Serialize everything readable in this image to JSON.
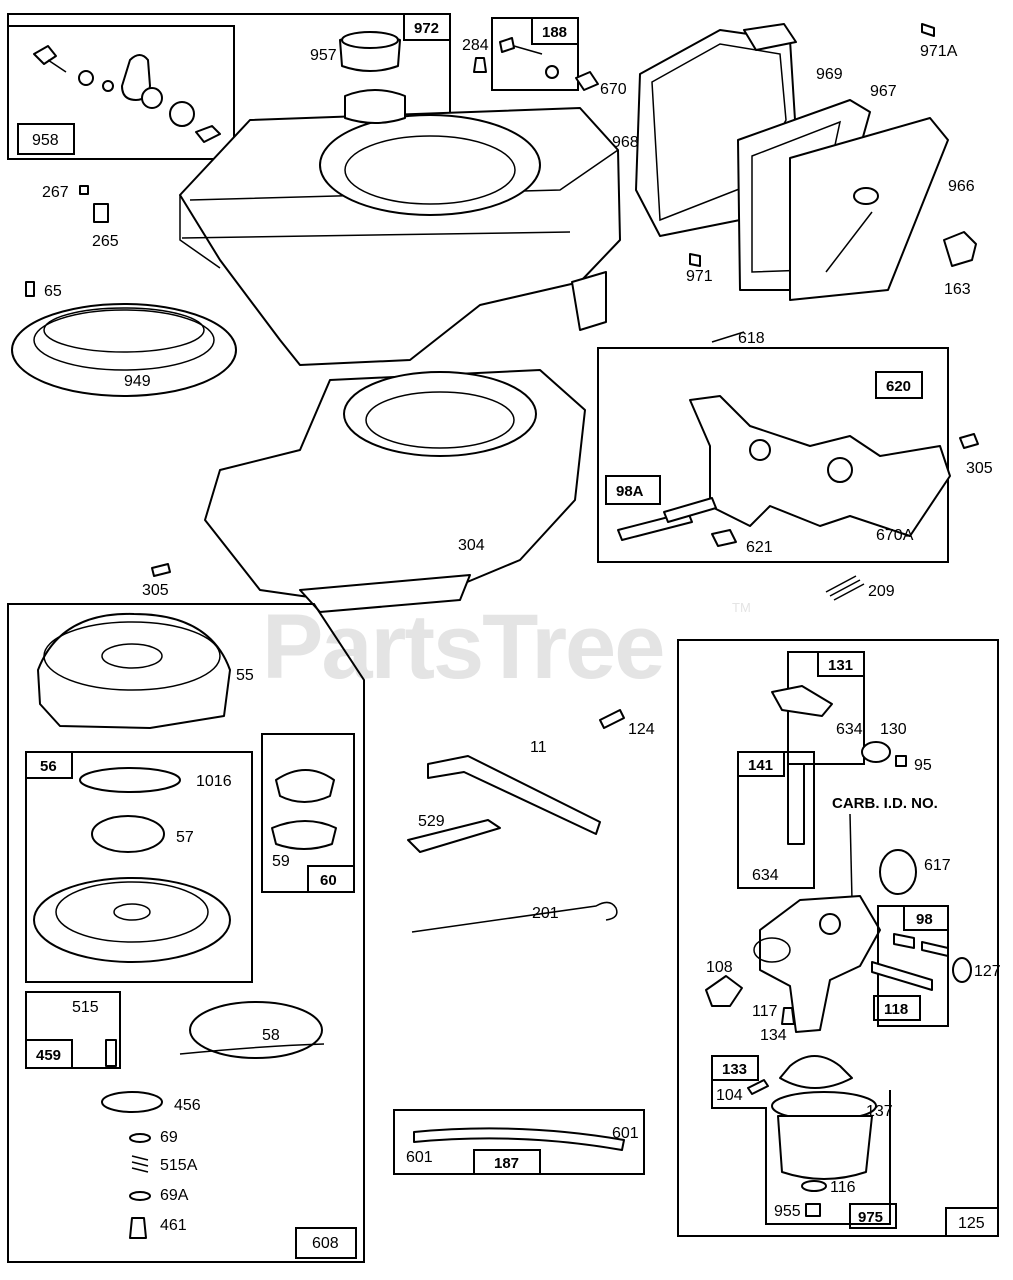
{
  "watermark": {
    "brand": "PartsTree",
    "trademark": "TM"
  },
  "groups": {
    "g972": "972",
    "g958": "958",
    "g188": "188",
    "g620": "620",
    "g98A": "98A",
    "g608": "608",
    "g56": "56",
    "g60": "60",
    "g459": "459",
    "g187": "187",
    "g125": "125",
    "g131": "131",
    "g141": "141",
    "g98": "98",
    "g118": "118",
    "g133": "133",
    "g975": "975"
  },
  "callouts": {
    "c957": "957",
    "c284": "284",
    "c670": "670",
    "c971A": "971A",
    "c969": "969",
    "c967": "967",
    "c968": "968",
    "c966": "966",
    "c267": "267",
    "c265": "265",
    "c65": "65",
    "c949": "949",
    "c971": "971",
    "c163": "163",
    "c618": "618",
    "c305a": "305",
    "c304": "304",
    "c305b": "305",
    "c670A": "670A",
    "c621": "621",
    "c209": "209",
    "c55": "55",
    "c1016": "1016",
    "c57": "57",
    "c59": "59",
    "c515": "515",
    "c58": "58",
    "c456": "456",
    "c69": "69",
    "c515A": "515A",
    "c69A": "69A",
    "c461": "461",
    "c124": "124",
    "c11": "11",
    "c529": "529",
    "c201": "201",
    "c601a": "601",
    "c601b": "601",
    "c634a": "634",
    "c130": "130",
    "c95": "95",
    "c634b": "634",
    "carb": "CARB. I.D. NO.",
    "c617": "617",
    "c108": "108",
    "c117": "117",
    "c134": "134",
    "c127": "127",
    "c104": "104",
    "c137": "137",
    "c116": "116",
    "c955": "955"
  }
}
